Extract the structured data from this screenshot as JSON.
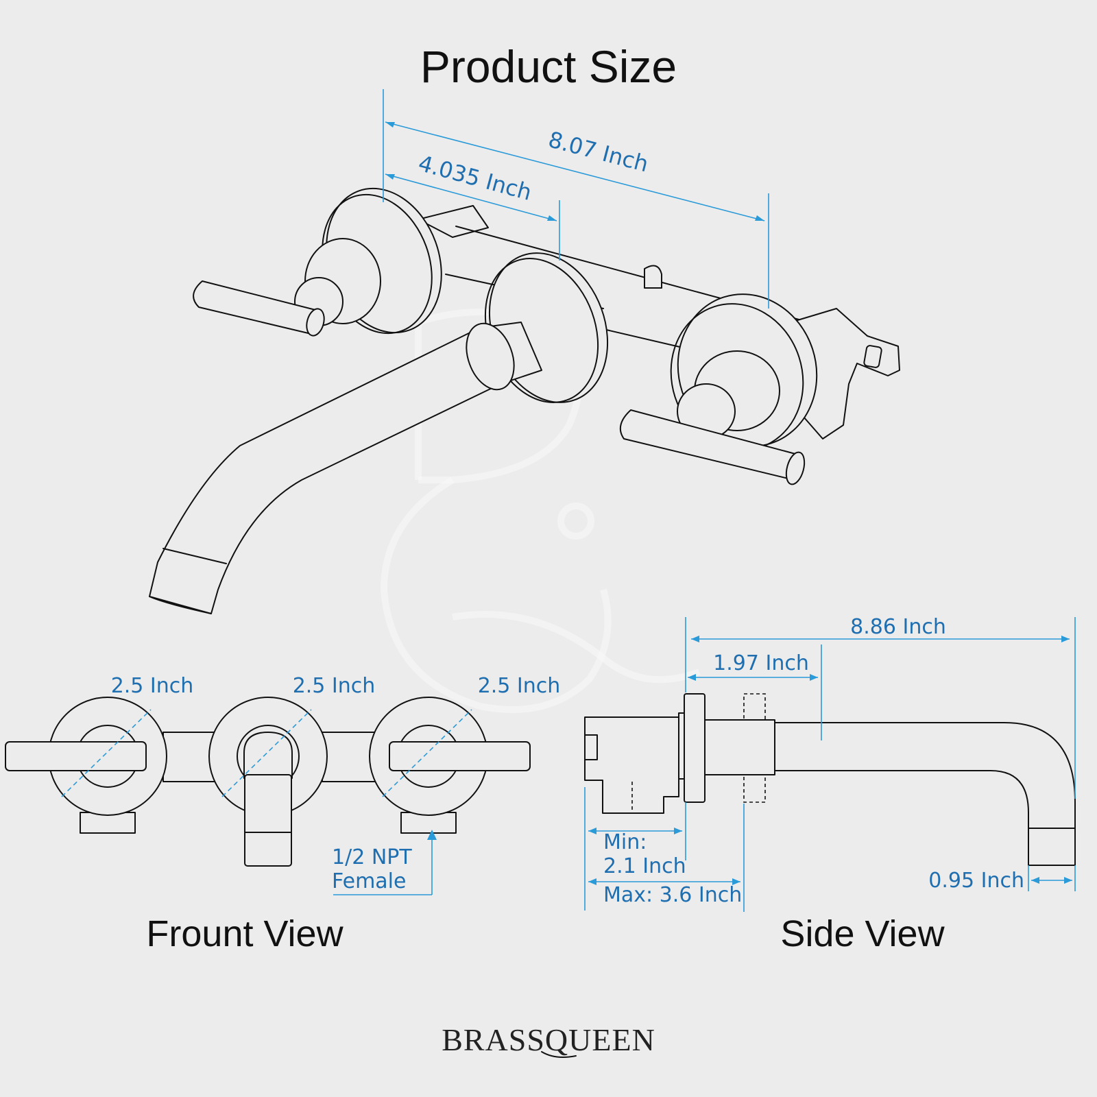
{
  "title": "Product Size",
  "views": {
    "front": "Frount View",
    "side": "Side View"
  },
  "brand": "BRASSQUEEN",
  "dimensions": {
    "overall_width": "8.07 Inch",
    "half_width": "4.035 Inch",
    "left_handle_dia": "2.5 Inch",
    "spout_dia": "2.5 Inch",
    "right_handle_dia": "2.5 Inch",
    "thread": "1/2 NPT",
    "thread_type": "Female",
    "spout_reach": "8.86 Inch",
    "body_depth": "1.97 Inch",
    "min_label": "Min:",
    "min_value": "2.1 Inch",
    "max_value": "Max: 3.6 Inch",
    "outlet_dia": "0.95 Inch"
  },
  "colors": {
    "dimension": "#1f6fb0",
    "guide": "#2a9ad8",
    "line": "#111111",
    "background": "#ececec"
  }
}
